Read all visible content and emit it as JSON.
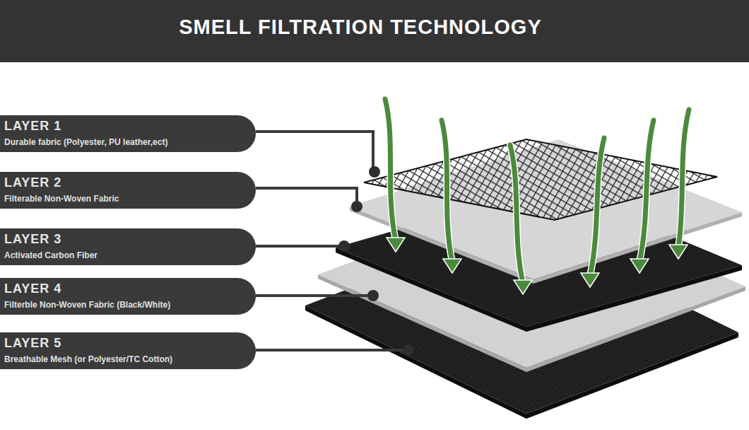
{
  "diagram": {
    "title": "SMELL FILTRATION TECHNOLOGY",
    "nodes": [
      {
        "text": [
          "LAYER 1",
          "Durable fabric (Polyester, PU leather,ect)"
        ]
      },
      {
        "text": [
          "LAYER 2",
          "Filterable Non-Woven Fabric"
        ]
      },
      {
        "text": [
          "LAYER 3",
          "Activated Carbon Fiber"
        ]
      },
      {
        "text": [
          "LAYER 4",
          "Filterble Non-Woven Fabric (Black/White)"
        ]
      },
      {
        "text": [
          "LAYER 5",
          "Breathable Mesh (or Polyester/TC Cotton)"
        ]
      }
    ]
  }
}
